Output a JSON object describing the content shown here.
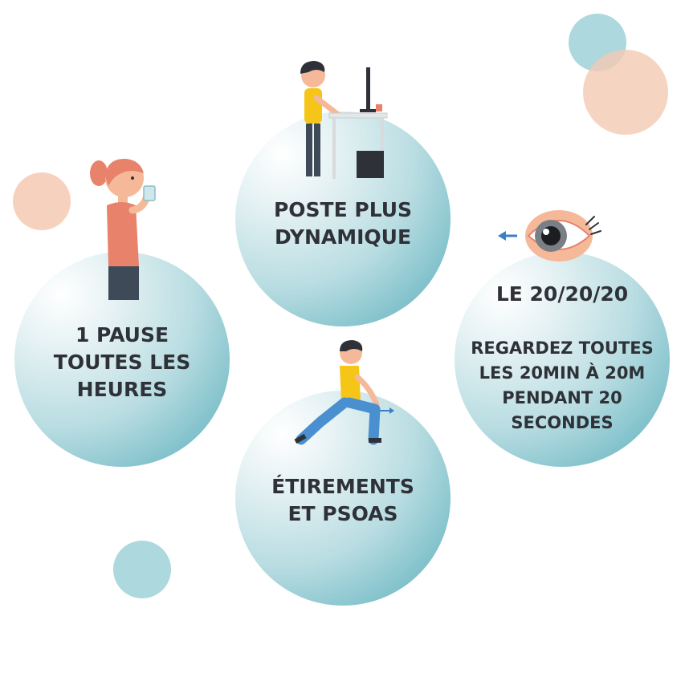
{
  "colors": {
    "teal_deco": "#9ed1d8",
    "peach_deco": "#f4c9b3",
    "text": "#2f3138",
    "hair": "#e8826a",
    "shirt_yellow": "#f5c518",
    "pants_blue": "#4a8fd0",
    "arrow_blue": "#3b7fc4"
  },
  "bubbles": {
    "pause": {
      "text": "1 PAUSE\nTOUTES LES\nHEURES",
      "icon": "woman-drinking-icon"
    },
    "poste": {
      "text": "POSTE PLUS\nDYNAMIQUE",
      "icon": "standing-desk-icon"
    },
    "rule": {
      "title": "LE 20/20/20",
      "text": "REGARDEZ TOUTES\nLES 20MIN À 20M\nPENDANT 20\nSECONDES",
      "icon": "eye-icon"
    },
    "stretch": {
      "text": "ÉTIREMENTS\nET PSOAS",
      "icon": "stretching-man-icon"
    }
  }
}
